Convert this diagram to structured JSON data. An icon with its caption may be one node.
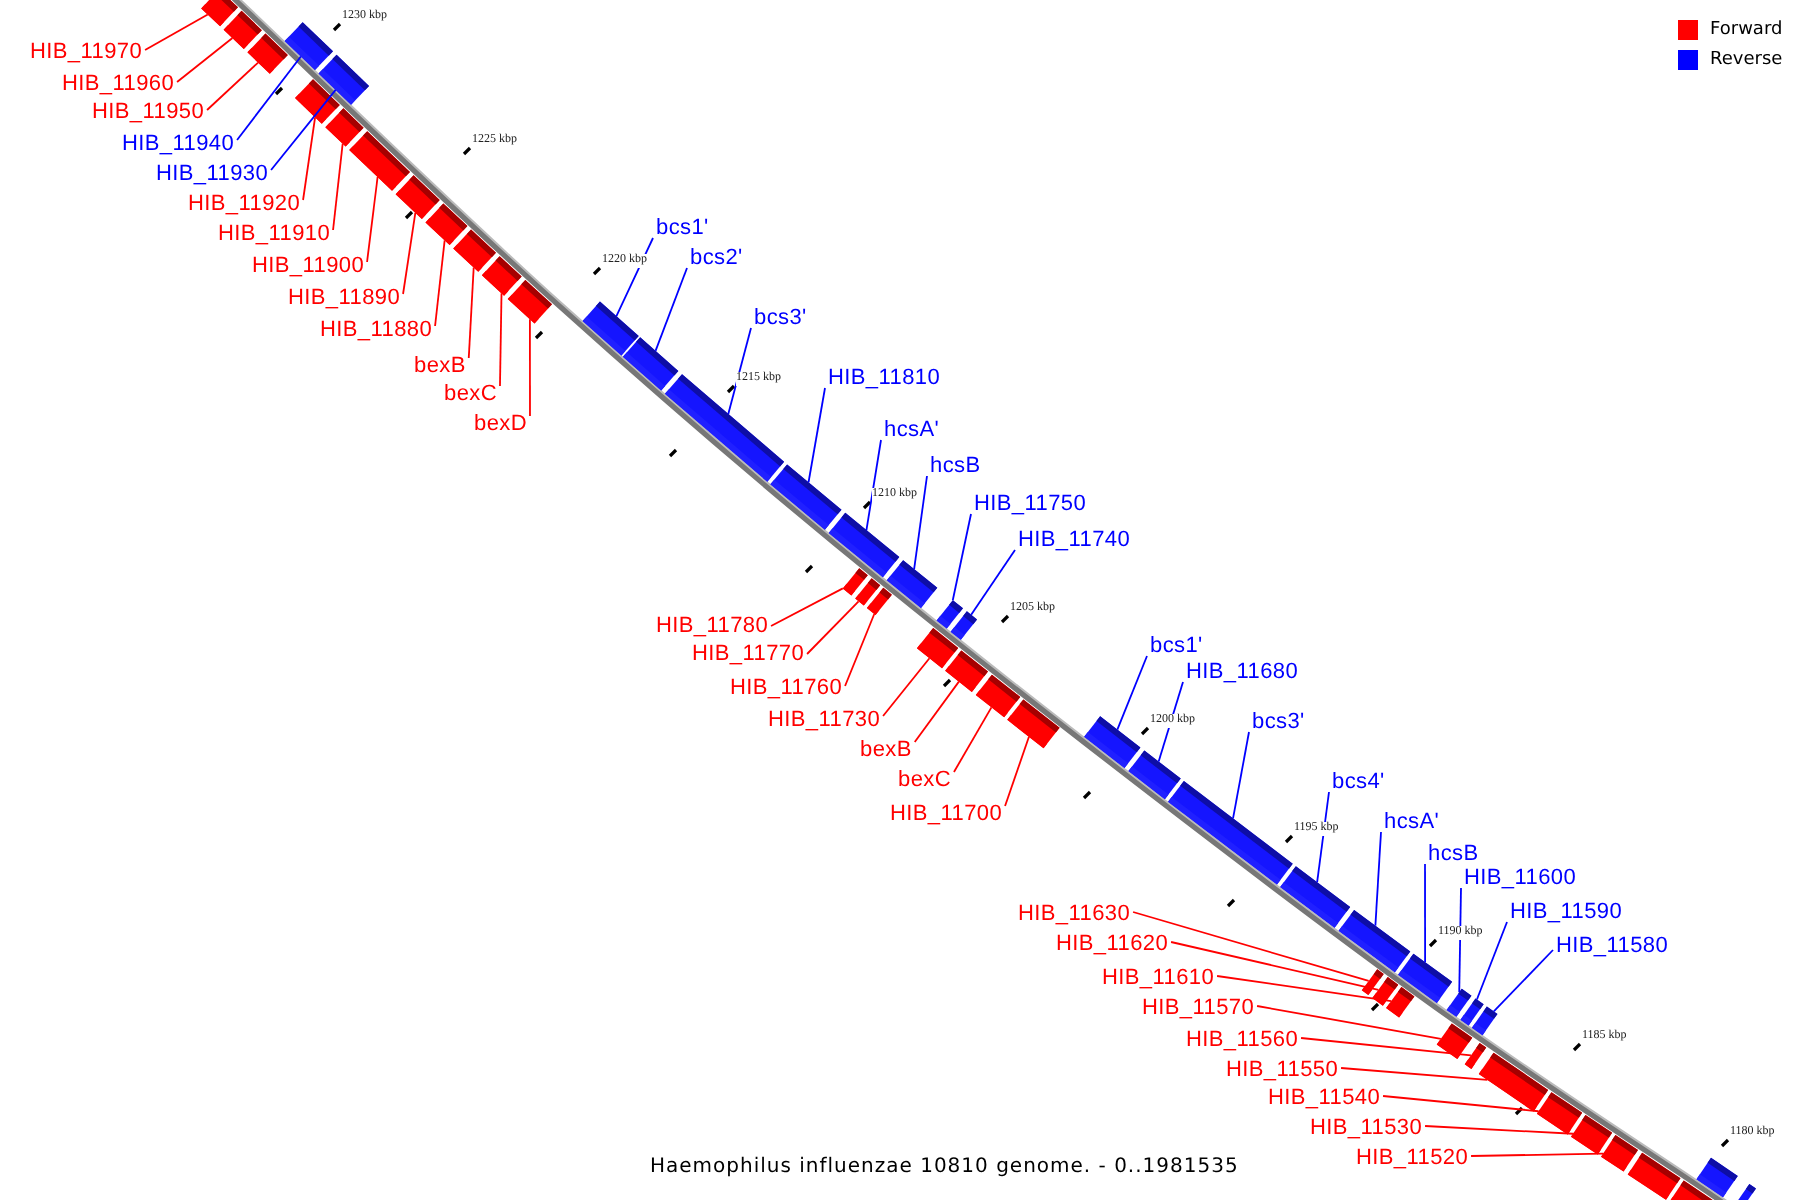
{
  "diagram": {
    "caption": "Haemophilus influenzae 10810 genome. - 0..1981535",
    "nodes": [
      {
        "text": [
          "HIB_11970"
        ]
      },
      {
        "text": [
          "HIB_11960"
        ]
      },
      {
        "text": [
          "HIB_11950"
        ]
      },
      {
        "text": [
          "HIB_11940"
        ]
      },
      {
        "text": [
          "HIB_11930"
        ]
      },
      {
        "text": [
          "HIB_11920"
        ]
      },
      {
        "text": [
          "HIB_11910"
        ]
      },
      {
        "text": [
          "HIB_11900"
        ]
      },
      {
        "text": [
          "HIB_11890"
        ]
      },
      {
        "text": [
          "HIB_11880"
        ]
      },
      {
        "text": [
          "bexB"
        ]
      },
      {
        "text": [
          "bexC"
        ]
      },
      {
        "text": [
          "bexD"
        ]
      },
      {
        "text": [
          "bcs1'"
        ]
      },
      {
        "text": [
          "bcs2'"
        ]
      },
      {
        "text": [
          "bcs3'"
        ]
      },
      {
        "text": [
          "HIB_11810"
        ]
      },
      {
        "text": [
          "hcsA'"
        ]
      },
      {
        "text": [
          "hcsB"
        ]
      },
      {
        "text": [
          "HIB_11750"
        ]
      },
      {
        "text": [
          "HIB_11740"
        ]
      },
      {
        "text": [
          "HIB_11780"
        ]
      },
      {
        "text": [
          "HIB_11770"
        ]
      },
      {
        "text": [
          "HIB_11760"
        ]
      },
      {
        "text": [
          "HIB_11730"
        ]
      },
      {
        "text": [
          "bexB"
        ]
      },
      {
        "text": [
          "bexC"
        ]
      },
      {
        "text": [
          "HIB_11700"
        ]
      },
      {
        "text": [
          "bcs1'"
        ]
      },
      {
        "text": [
          "HIB_11680"
        ]
      },
      {
        "text": [
          "bcs3'"
        ]
      },
      {
        "text": [
          "bcs4'"
        ]
      },
      {
        "text": [
          "hcsA'"
        ]
      },
      {
        "text": [
          "hcsB"
        ]
      },
      {
        "text": [
          "HIB_11600"
        ]
      },
      {
        "text": [
          "HIB_11590"
        ]
      },
      {
        "text": [
          "HIB_11580"
        ]
      },
      {
        "text": [
          "HIB_11630"
        ]
      },
      {
        "text": [
          "HIB_11620"
        ]
      },
      {
        "text": [
          "HIB_11610"
        ]
      },
      {
        "text": [
          "HIB_11570"
        ]
      },
      {
        "text": [
          "HIB_11560"
        ]
      },
      {
        "text": [
          "HIB_11550"
        ]
      },
      {
        "text": [
          "HIB_11540"
        ]
      },
      {
        "text": [
          "HIB_11530"
        ]
      },
      {
        "text": [
          "HIB_11520"
        ]
      },
      {
        "text": [],
        "shape": "bar"
      },
      {
        "text": [],
        "shape": "bar"
      },
      {
        "text": [],
        "shape": "bar"
      },
      {
        "text": [],
        "shape": "bar"
      },
      {
        "text": [],
        "shape": "bar"
      },
      {
        "text": [],
        "shape": "bar"
      },
      {
        "text": [],
        "shape": "bar"
      },
      {
        "text": [],
        "shape": "bar"
      },
      {
        "text": [],
        "shape": "bar"
      },
      {
        "text": [],
        "shape": "bar"
      },
      {
        "text": [],
        "shape": "bar"
      },
      {
        "text": [],
        "shape": "bar"
      },
      {
        "text": [],
        "shape": "bar"
      },
      {
        "text": [],
        "shape": "bar"
      },
      {
        "text": [],
        "shape": "bar"
      },
      {
        "text": [],
        "shape": "bar"
      },
      {
        "text": [],
        "shape": "bar"
      },
      {
        "text": [],
        "shape": "bar"
      },
      {
        "text": [],
        "shape": "bar"
      },
      {
        "text": [],
        "shape": "bar"
      },
      {
        "text": [],
        "shape": "bar"
      },
      {
        "text": [],
        "shape": "bar"
      },
      {
        "text": [],
        "shape": "bar"
      },
      {
        "text": [],
        "shape": "bar"
      },
      {
        "text": [],
        "shape": "bar"
      },
      {
        "text": [],
        "shape": "bar"
      },
      {
        "text": [],
        "shape": "bar"
      },
      {
        "text": [],
        "shape": "bar"
      },
      {
        "text": [],
        "shape": "bar"
      },
      {
        "text": [],
        "shape": "bar"
      },
      {
        "text": [],
        "shape": "bar"
      },
      {
        "text": [],
        "shape": "bar"
      },
      {
        "text": [],
        "shape": "bar"
      },
      {
        "text": [],
        "shape": "bar"
      },
      {
        "text": [],
        "shape": "bar"
      },
      {
        "text": [],
        "shape": "bar"
      },
      {
        "text": [],
        "shape": "bar"
      },
      {
        "text": [],
        "shape": "bar"
      },
      {
        "text": [],
        "shape": "bar"
      },
      {
        "text": [],
        "shape": "bar"
      },
      {
        "text": [],
        "shape": "bar"
      },
      {
        "text": [],
        "shape": "bar"
      },
      {
        "text": [],
        "shape": "bar"
      },
      {
        "text": [],
        "shape": "bar"
      },
      {
        "text": [],
        "shape": "bar"
      },
      {
        "text": [],
        "shape": "bar"
      },
      {
        "text": [],
        "shape": "bar"
      },
      {
        "text": [],
        "shape": "bar"
      },
      {
        "text": [],
        "shape": "bar"
      },
      {
        "text": [],
        "shape": "bar"
      }
    ],
    "edges": [
      {
        "from": 0,
        "to": 46,
        "arrow": "none"
      },
      {
        "from": 1,
        "to": 47,
        "arrow": "none"
      },
      {
        "from": 2,
        "to": 48,
        "arrow": "none"
      },
      {
        "from": 3,
        "to": 49,
        "arrow": "none",
        "color": "#0000ff"
      },
      {
        "from": 4,
        "to": 50,
        "arrow": "none",
        "color": "#0000ff"
      },
      {
        "from": 5,
        "to": 51,
        "arrow": "none"
      },
      {
        "from": 6,
        "to": 52,
        "arrow": "none"
      },
      {
        "from": 7,
        "to": 53,
        "arrow": "none"
      },
      {
        "from": 8,
        "to": 54,
        "arrow": "none"
      },
      {
        "from": 9,
        "to": 55,
        "arrow": "none"
      },
      {
        "from": 10,
        "to": 56,
        "arrow": "none"
      },
      {
        "from": 11,
        "to": 57,
        "arrow": "none"
      },
      {
        "from": 12,
        "to": 58,
        "arrow": "none"
      },
      {
        "from": 13,
        "to": 59,
        "arrow": "none",
        "color": "#0000ff"
      },
      {
        "from": 14,
        "to": 60,
        "arrow": "none",
        "color": "#0000ff"
      },
      {
        "from": 15,
        "to": 61,
        "arrow": "none",
        "color": "#0000ff"
      },
      {
        "from": 16,
        "to": 62,
        "arrow": "none",
        "color": "#0000ff"
      },
      {
        "from": 17,
        "to": 63,
        "arrow": "none",
        "color": "#0000ff"
      },
      {
        "from": 18,
        "to": 64,
        "arrow": "none",
        "color": "#0000ff"
      },
      {
        "from": 19,
        "to": 65,
        "arrow": "none",
        "color": "#0000ff"
      },
      {
        "from": 20,
        "to": 66,
        "arrow": "none",
        "color": "#0000ff"
      },
      {
        "from": 21,
        "to": 67,
        "arrow": "none"
      },
      {
        "from": 22,
        "to": 68,
        "arrow": "none"
      },
      {
        "from": 23,
        "to": 69,
        "arrow": "none"
      },
      {
        "from": 24,
        "to": 70,
        "arrow": "none"
      },
      {
        "from": 25,
        "to": 71,
        "arrow": "none"
      },
      {
        "from": 26,
        "to": 72,
        "arrow": "none"
      },
      {
        "from": 27,
        "to": 73,
        "arrow": "none"
      },
      {
        "from": 28,
        "to": 74,
        "arrow": "none",
        "color": "#0000ff"
      },
      {
        "from": 29,
        "to": 75,
        "arrow": "none",
        "color": "#0000ff"
      },
      {
        "from": 30,
        "to": 76,
        "arrow": "none",
        "color": "#0000ff"
      },
      {
        "from": 31,
        "to": 77,
        "arrow": "none",
        "color": "#0000ff"
      },
      {
        "from": 32,
        "to": 78,
        "arrow": "none",
        "color": "#0000ff"
      },
      {
        "from": 33,
        "to": 79,
        "arrow": "none",
        "color": "#0000ff"
      },
      {
        "from": 34,
        "to": 80,
        "arrow": "none",
        "color": "#0000ff"
      },
      {
        "from": 35,
        "to": 81,
        "arrow": "none",
        "color": "#0000ff"
      },
      {
        "from": 36,
        "to": 82,
        "arrow": "none",
        "color": "#0000ff"
      },
      {
        "from": 37,
        "to": 83,
        "arrow": "none"
      },
      {
        "from": 38,
        "to": 84,
        "arrow": "none"
      },
      {
        "from": 39,
        "to": 85,
        "arrow": "none"
      },
      {
        "from": 40,
        "to": 86,
        "arrow": "none"
      },
      {
        "from": 41,
        "to": 87,
        "arrow": "none"
      },
      {
        "from": 42,
        "to": 88,
        "arrow": "none"
      },
      {
        "from": 43,
        "to": 89,
        "arrow": "none"
      },
      {
        "from": 44,
        "to": 90,
        "arrow": "none"
      },
      {
        "from": 45,
        "to": 91,
        "arrow": "none"
      }
    ],
    "labels": [
      "1230 kbp",
      "1225 kbp",
      "1220 kbp",
      "1215 kbp",
      "1210 kbp",
      "1205 kbp",
      "1200 kbp",
      "1195 kbp",
      "1190 kbp",
      "1185 kbp",
      "1180 kbp"
    ],
    "legend": [
      {
        "text": "Forward",
        "color": "#ff0000"
      },
      {
        "text": "Reverse",
        "color": "#0000ff"
      }
    ]
  }
}
